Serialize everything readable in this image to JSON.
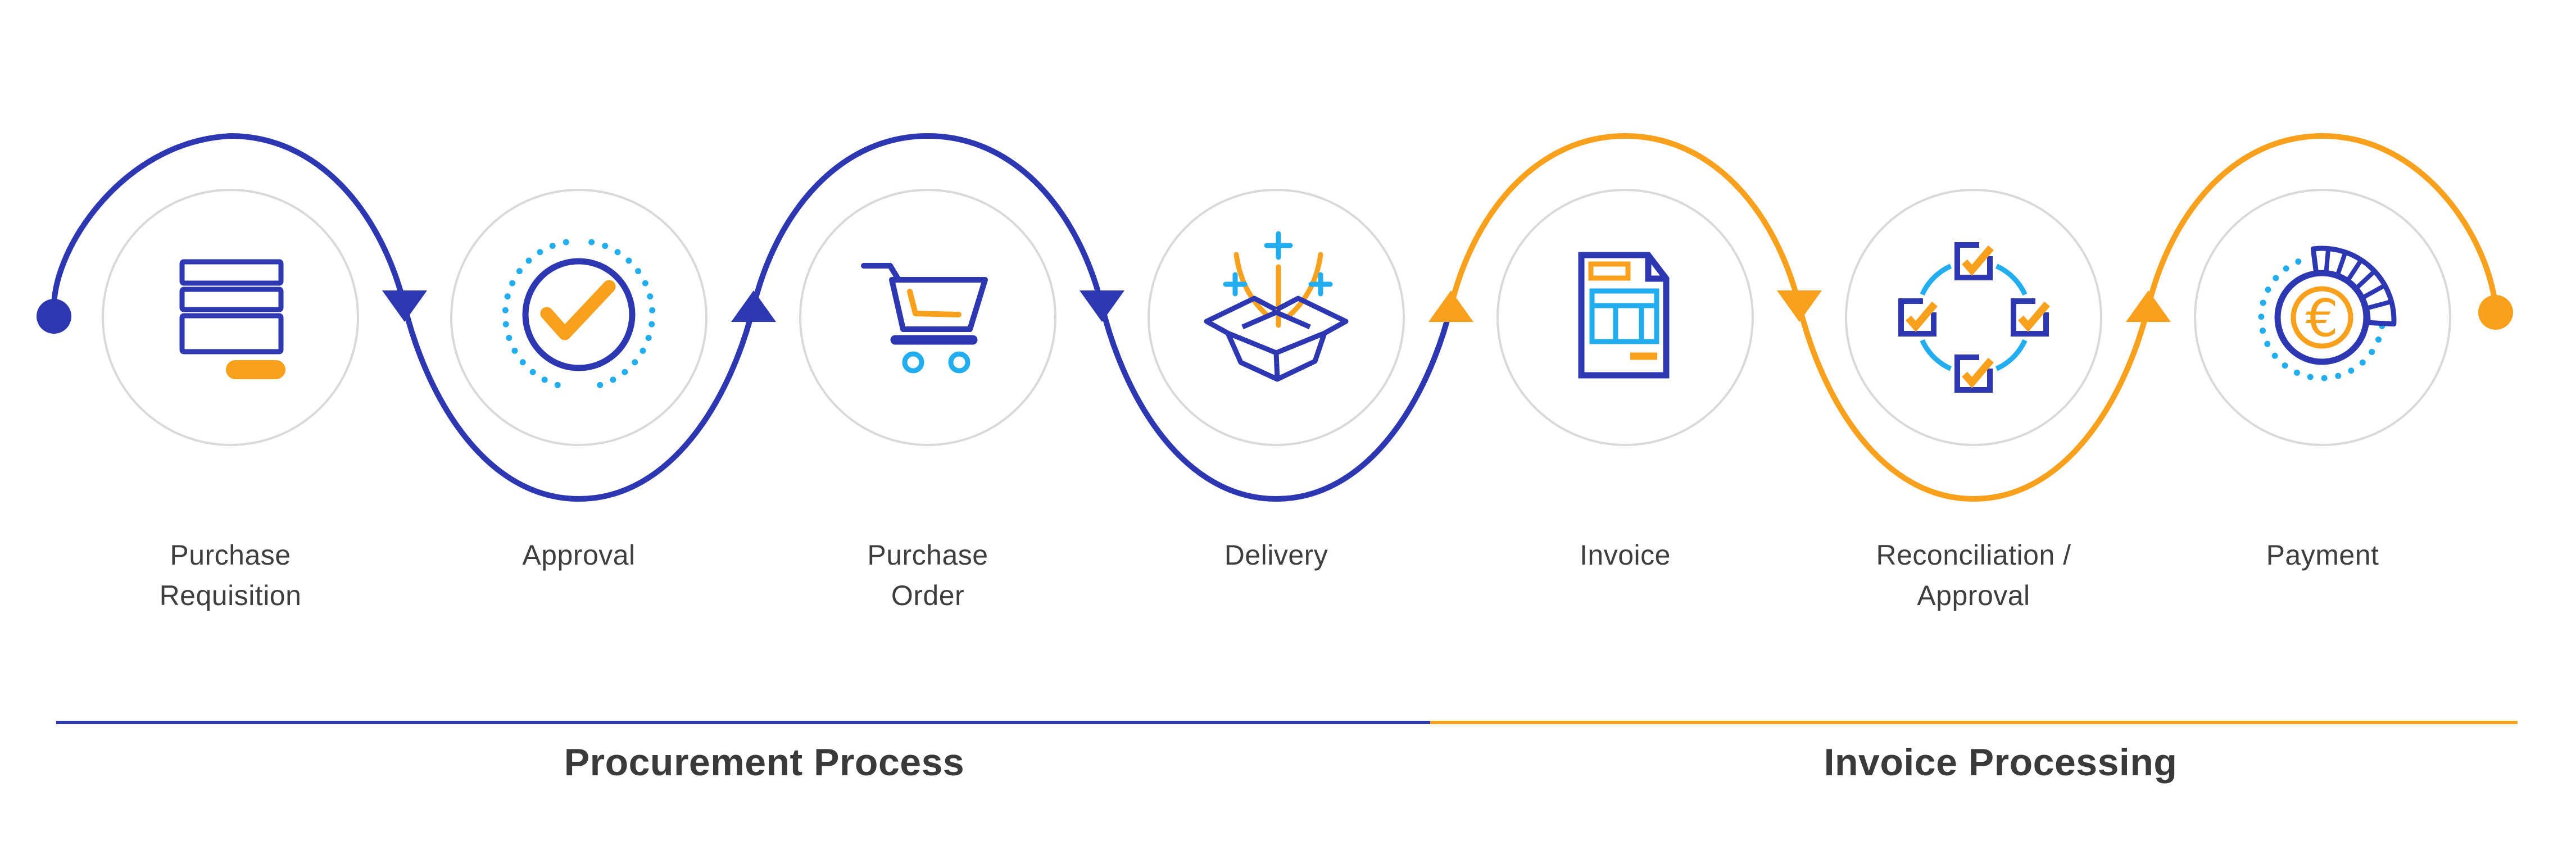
{
  "sections": [
    {
      "title": "Procurement Process",
      "color": "#2E37B2"
    },
    {
      "title": "Invoice Processing",
      "color": "#F9A11C"
    }
  ],
  "steps": [
    {
      "label": "Purchase\nRequisition",
      "icon": "stacked-form-icon"
    },
    {
      "label": "Approval",
      "icon": "check-circle-icon"
    },
    {
      "label": "Purchase\nOrder",
      "icon": "shopping-cart-icon"
    },
    {
      "label": "Delivery",
      "icon": "open-box-icon"
    },
    {
      "label": "Invoice",
      "icon": "invoice-document-icon"
    },
    {
      "label": "Reconciliation /\nApproval",
      "icon": "checkbox-cycle-icon"
    },
    {
      "label": "Payment",
      "icon": "euro-coin-icon"
    }
  ],
  "icons": {
    "payment_euro_symbol": "€"
  },
  "colors": {
    "blue": "#2E37B2",
    "orange": "#F9A11C",
    "cyan": "#22ADF0",
    "gray": "#D9D9D9",
    "text": "#3E3E3E"
  }
}
